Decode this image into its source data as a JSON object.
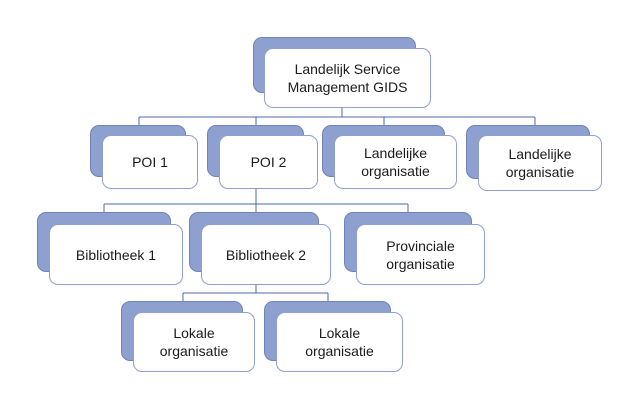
{
  "nodes": {
    "root": "Landelijk Service\nManagement GIDS",
    "poi1": "POI 1",
    "poi2": "POI 2",
    "landelijke1": "Landelijke\norganisatie",
    "landelijke2": "Landelijke\norganisatie",
    "bibliotheek1": "Bibliotheek 1",
    "bibliotheek2": "Bibliotheek 2",
    "provinciale": "Provinciale\norganisatie",
    "lokale1": "Lokale\norganisatie",
    "lokale2": "Lokale\norganisatie"
  },
  "colors": {
    "back_fill": "#8ea0cf",
    "front_border": "#8ea0cf",
    "connector": "#4a69b5"
  }
}
